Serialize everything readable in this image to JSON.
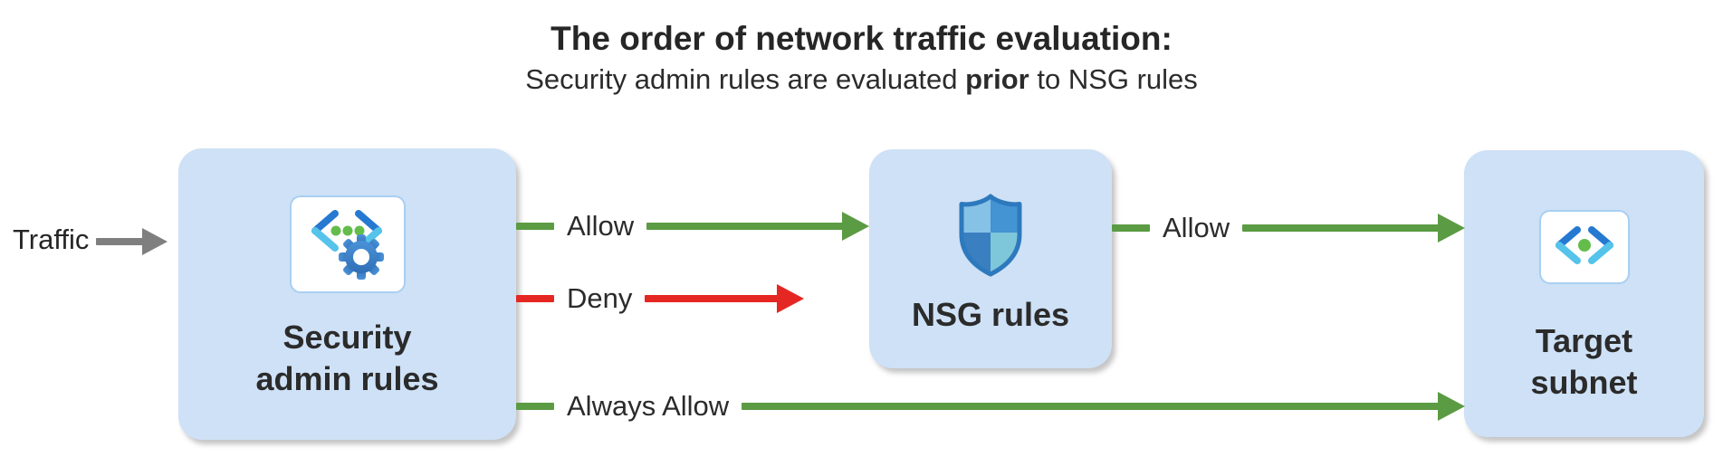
{
  "title": "The order of network traffic evaluation:",
  "subtitle": {
    "before": "Security admin rules are evaluated ",
    "bold": "prior",
    "after": " to NSG rules"
  },
  "traffic_label": "Traffic",
  "nodes": {
    "security_admin": {
      "label_lines": [
        "Security",
        "admin rules"
      ],
      "icon": "code-gear-icon"
    },
    "nsg": {
      "label": "NSG rules",
      "icon": "shield-icon"
    },
    "target": {
      "label_lines": [
        "Target",
        "subnet"
      ],
      "icon": "subnet-brackets-icon"
    }
  },
  "arrows": [
    {
      "label": "Allow",
      "color": "#5b9b43",
      "from": "security-admin-rules",
      "to": "nsg-rules"
    },
    {
      "label": "Deny",
      "color": "#e52723",
      "from": "security-admin-rules",
      "to": "dropped"
    },
    {
      "label": "Allow",
      "color": "#5b9b43",
      "from": "nsg-rules",
      "to": "target-subnet"
    },
    {
      "label": "Always Allow",
      "color": "#5b9b43",
      "from": "security-admin-rules",
      "to": "target-subnet"
    }
  ],
  "traffic_arrow_color": "#7f7f7f",
  "colors": {
    "box_fill": "#cee1f6",
    "icon_card_border": "#a9cff2",
    "allow_green": "#5b9b43",
    "deny_red": "#e52723",
    "traffic_gray": "#7f7f7f",
    "text_dark": "#262626",
    "icon_bracket_blue": "#2579d1",
    "icon_bracket_cyan": "#55c3ea",
    "icon_dot_green": "#64bd4a",
    "gear_blue": "#3f7fc4",
    "shield_border": "#2d79bd",
    "shield_tl": "#86c2e5",
    "shield_tr": "#4493d2",
    "shield_bl": "#3a7fc0",
    "shield_br": "#7ec6da"
  }
}
